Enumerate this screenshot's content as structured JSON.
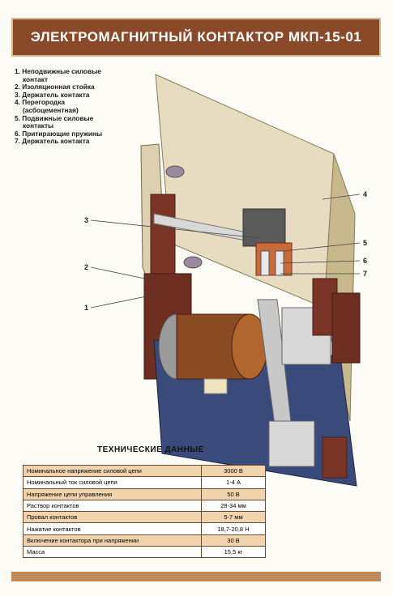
{
  "title": "ЭЛЕКТРОМАГНИТНЫЙ КОНТАКТОР  МКП-15-01",
  "legend": [
    "1. Неподвижные силовые",
    "    контакт",
    "2. Изоляционная стойка",
    "3. Держатель контакта",
    "4. Перегородка",
    "    (асбоцементная)",
    "5. Подвижные силовые",
    "    контакты",
    "6. Притирающие пружины",
    "7. Держатель контакта"
  ],
  "callouts": [
    "1",
    "2",
    "3",
    "4",
    "5",
    "6",
    "7"
  ],
  "specs_title": "ТЕХНИЧЕСКИЕ ДАННЫЕ",
  "specs": [
    {
      "param": "Номинальное напряжение силовой цепи",
      "value": "3000 В"
    },
    {
      "param": "Номинальный ток силовой цепи",
      "value": "1-4 А"
    },
    {
      "param": "Напряжение цепи управления",
      "value": "50 В"
    },
    {
      "param": "Раствор контактов",
      "value": "28-34 мм"
    },
    {
      "param": "Провал контактов",
      "value": "5-7 мм"
    },
    {
      "param": "Нажатие контактов",
      "value": "18,7-20,8 Н"
    },
    {
      "param": "Включение контактора при напряжении",
      "value": "30 В"
    },
    {
      "param": "Масса",
      "value": "15,5 кг"
    }
  ],
  "colors": {
    "title_bg": "#8a4a2a",
    "row_fill": "#f1d4ad",
    "accent": "#c08a5a"
  }
}
